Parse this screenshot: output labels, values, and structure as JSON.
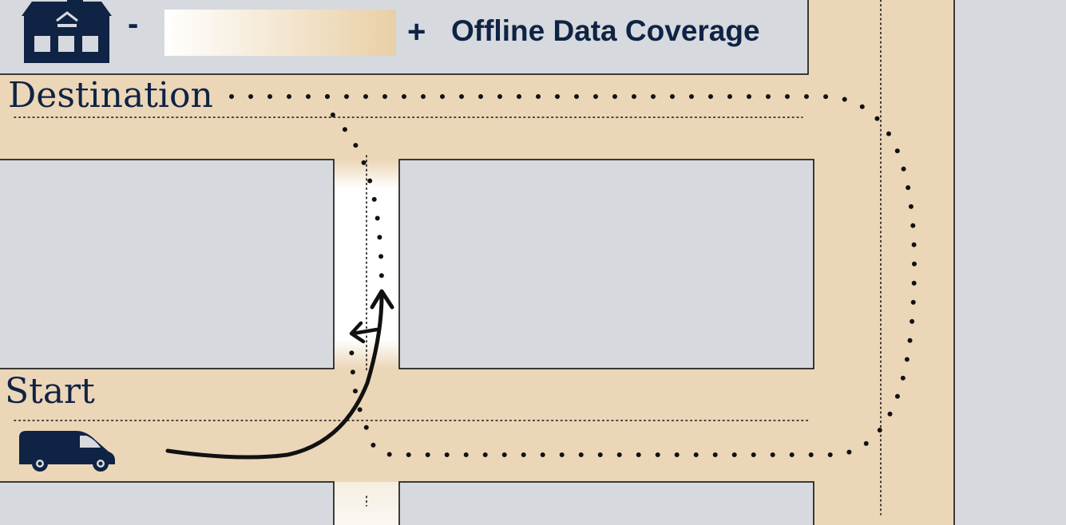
{
  "legend": {
    "title": "Offline Data Coverage",
    "minus_label": "-",
    "plus_label": "+",
    "low_color": "#ffffff",
    "high_color": "#e9cfa5",
    "icon": "house-icon"
  },
  "labels": {
    "destination": "Destination",
    "start": "Start"
  },
  "vehicle": {
    "icon": "van-icon"
  },
  "colors": {
    "background": "#d6d9de",
    "road": "#ecd6b8",
    "navy": "#0f2344",
    "path": "#111111"
  }
}
